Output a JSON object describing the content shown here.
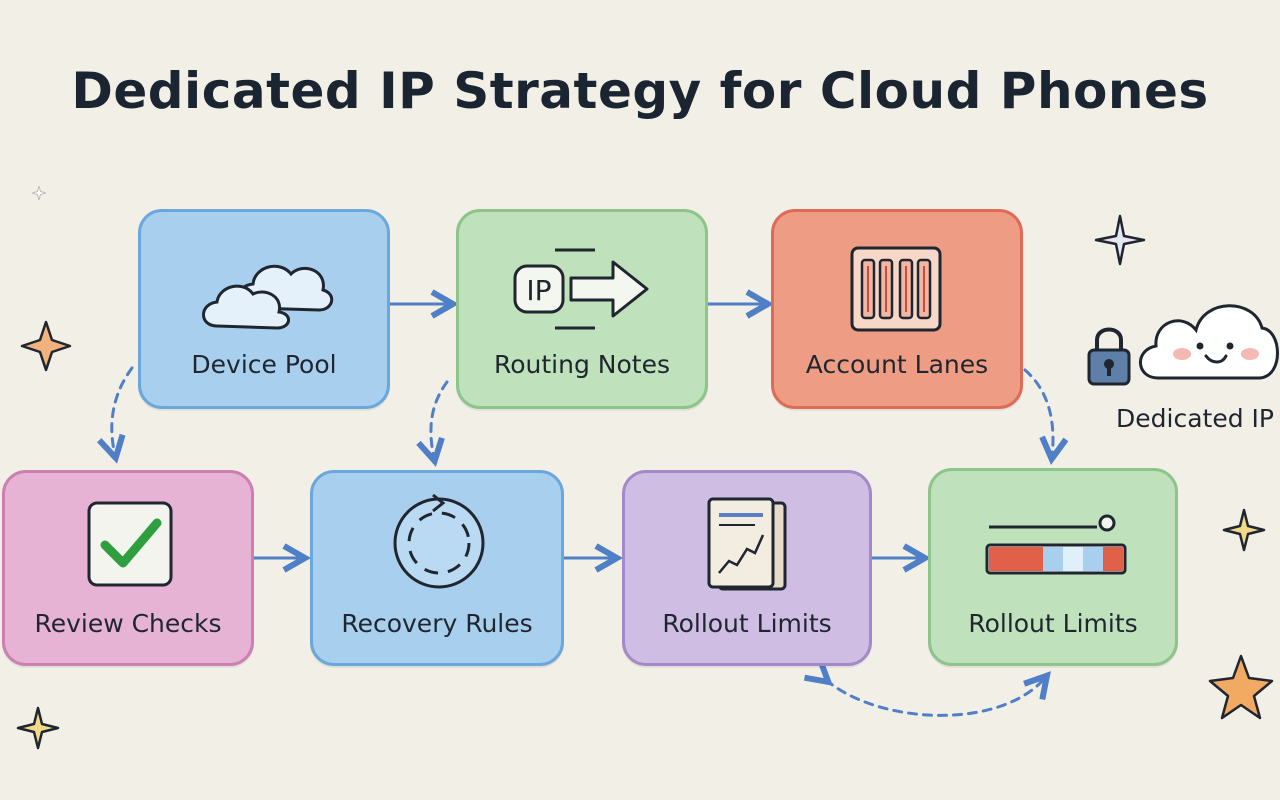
{
  "title": "Dedicated IP Strategy for Cloud Phones",
  "nodes": [
    {
      "label": "Device Pool",
      "icon": "cloud-icon"
    },
    {
      "label": "Routing Notes",
      "icon": "ip-arrow-icon"
    },
    {
      "label": "Account Lanes",
      "icon": "lanes-icon"
    },
    {
      "label": "Review Checks",
      "icon": "checkbox-icon"
    },
    {
      "label": "Recovery Rules",
      "icon": "cycle-icon"
    },
    {
      "label": "Rollout Limits",
      "icon": "report-icon"
    },
    {
      "label": "Rollout Limits",
      "icon": "slider-bar-icon"
    }
  ],
  "side": {
    "label": "Dedicated IP",
    "icons": [
      "lock-icon",
      "smiling-cloud-icon"
    ]
  },
  "decorations": [
    "star-icon",
    "sparkle-icon"
  ],
  "colors": {
    "blue": "#a9cfee",
    "green": "#bfe1bb",
    "red": "#ee9d84",
    "pink": "#e6b3d4",
    "purple": "#cfbde4",
    "arrow": "#4f7fc6",
    "title": "#1b2431"
  }
}
